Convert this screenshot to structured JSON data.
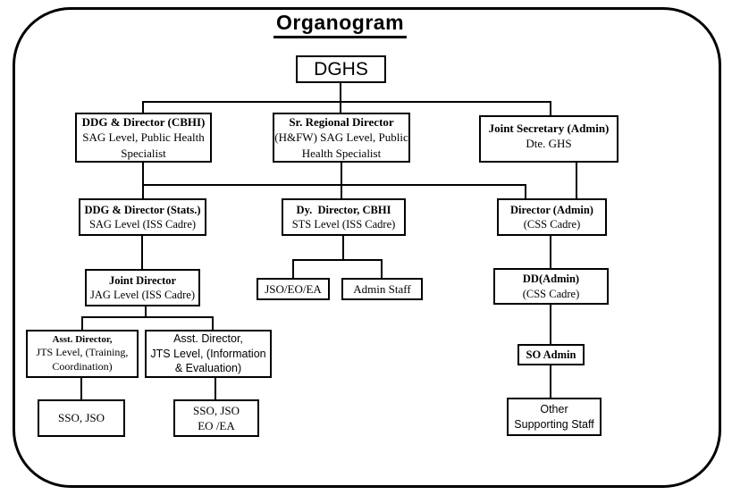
{
  "title": "Organogram",
  "nodes": {
    "dghs": {
      "title": "DGHS"
    },
    "ddg_director_cbhi": {
      "title": "DDG & Director (CBHI)",
      "lines": [
        "SAG Level, Public Health",
        "Specialist"
      ]
    },
    "sr_regional_director": {
      "title": "Sr. Regional Director",
      "lines": [
        "(H&FW) SAG Level, Public",
        "Health Specialist"
      ]
    },
    "joint_secretary_admin": {
      "title": "Joint Secretary (Admin)",
      "lines": [
        "Dte. GHS"
      ]
    },
    "ddg_director_stats": {
      "title": "DDG & Director (Stats.)",
      "lines": [
        "SAG Level (ISS Cadre)"
      ]
    },
    "dy_director_cbhi": {
      "title": "Dy.  Director, CBHI",
      "lines": [
        "STS Level (ISS Cadre)"
      ]
    },
    "director_admin": {
      "title": "Director (Admin)",
      "lines": [
        "(CSS Cadre)"
      ]
    },
    "joint_director": {
      "title": "Joint Director",
      "lines": [
        "JAG Level (ISS Cadre)"
      ]
    },
    "jso_eo_ea": {
      "lines": [
        "JSO/EO/EA"
      ]
    },
    "admin_staff": {
      "lines": [
        "Admin Staff"
      ]
    },
    "dd_admin": {
      "title": "DD(Admin)",
      "lines": [
        "(CSS Cadre)"
      ]
    },
    "asst_director_training": {
      "title": "Asst. Director,",
      "lines": [
        "JTS Level, (Training,",
        "Coordination)"
      ]
    },
    "asst_director_info": {
      "lines": [
        "Asst. Director,",
        "JTS Level,  (Information",
        "& Evaluation)"
      ]
    },
    "so_admin": {
      "title": "SO Admin"
    },
    "sso_jso": {
      "lines": [
        "SSO, JSO"
      ]
    },
    "sso_jso_eo_ea": {
      "lines": [
        "SSO, JSO",
        "EO /EA"
      ]
    },
    "other_supporting_staff": {
      "lines": [
        "Other",
        "Supporting Staff"
      ]
    }
  }
}
